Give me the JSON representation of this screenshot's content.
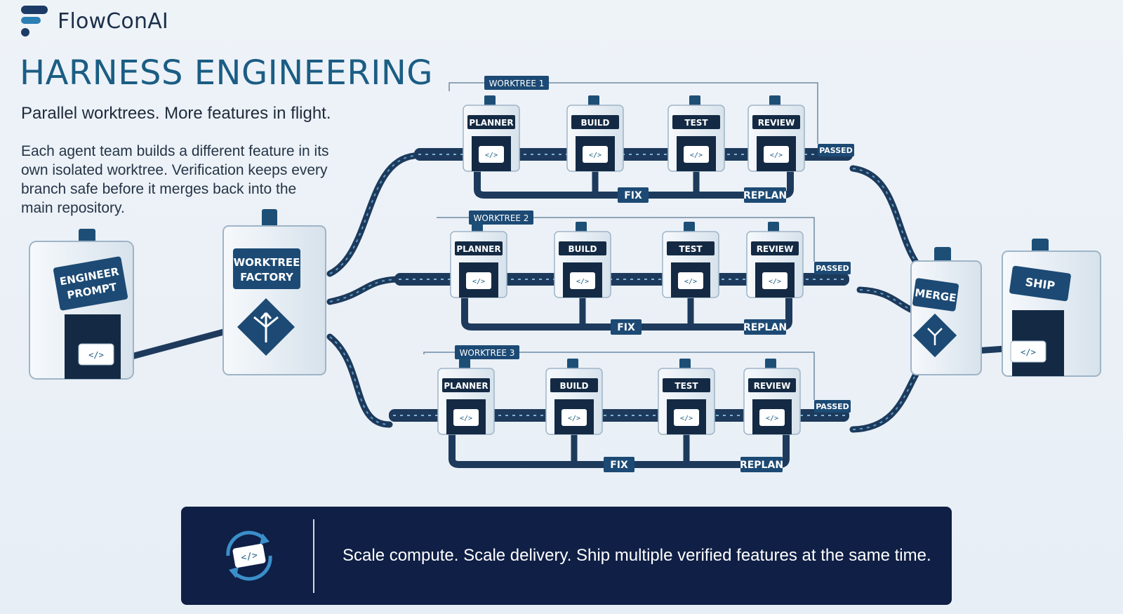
{
  "brand": {
    "name": "FlowConAI"
  },
  "title": "HARNESS ENGINEERING",
  "subtitle": "Parallel worktrees. More features in flight.",
  "description": "Each agent team builds a different feature in its own isolated worktree. Verification keeps every branch safe before it merges back into the main repository.",
  "source": {
    "line1": "ENGINEER",
    "line2": "PROMPT"
  },
  "factory": {
    "line1": "WORKTREE",
    "line2": "FACTORY"
  },
  "worktrees": [
    {
      "label": "WORKTREE 1",
      "stations": [
        "PLANNER",
        "BUILD",
        "TEST",
        "REVIEW"
      ],
      "passed": "PASSED",
      "fix": "FIX",
      "replan": "REPLAN"
    },
    {
      "label": "WORKTREE 2",
      "stations": [
        "PLANNER",
        "BUILD",
        "TEST",
        "REVIEW"
      ],
      "passed": "PASSED",
      "fix": "FIX",
      "replan": "REPLAN"
    },
    {
      "label": "WORKTREE 3",
      "stations": [
        "PLANNER",
        "BUILD",
        "TEST",
        "REVIEW"
      ],
      "passed": "PASSED",
      "fix": "FIX",
      "replan": "REPLAN"
    }
  ],
  "merge": {
    "label": "MERGE"
  },
  "ship": {
    "label": "SHIP"
  },
  "code_glyph": "</>",
  "banner": {
    "text": "Scale compute. Scale delivery. Ship multiple verified features at the same time."
  },
  "colors": {
    "navy": "#0f1f45",
    "accent": "#1b5d84",
    "steel": "#2a6f97"
  }
}
